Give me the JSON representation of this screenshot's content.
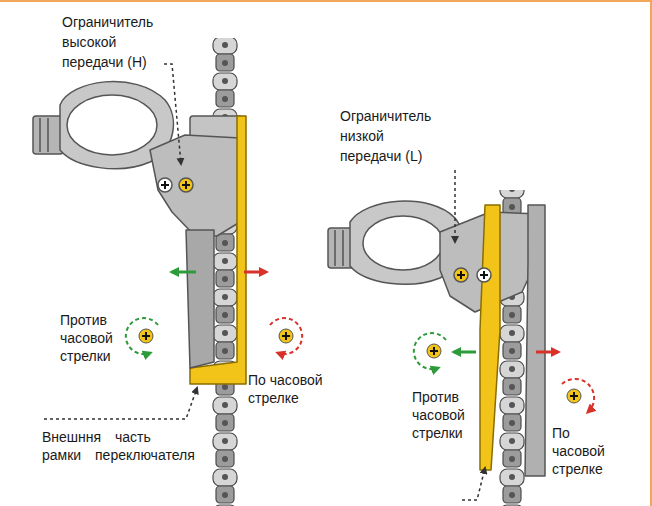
{
  "diagram": {
    "labels": [
      "Ограничитель высокой передачи (H)",
      "Ограничитель низкой передачи (L)",
      "Против часовой стрелки",
      "По часовой стрелке",
      "Внешння часть рамки переключателя",
      "Против часовой стрелки",
      "По часовой стрелке"
    ]
  }
}
